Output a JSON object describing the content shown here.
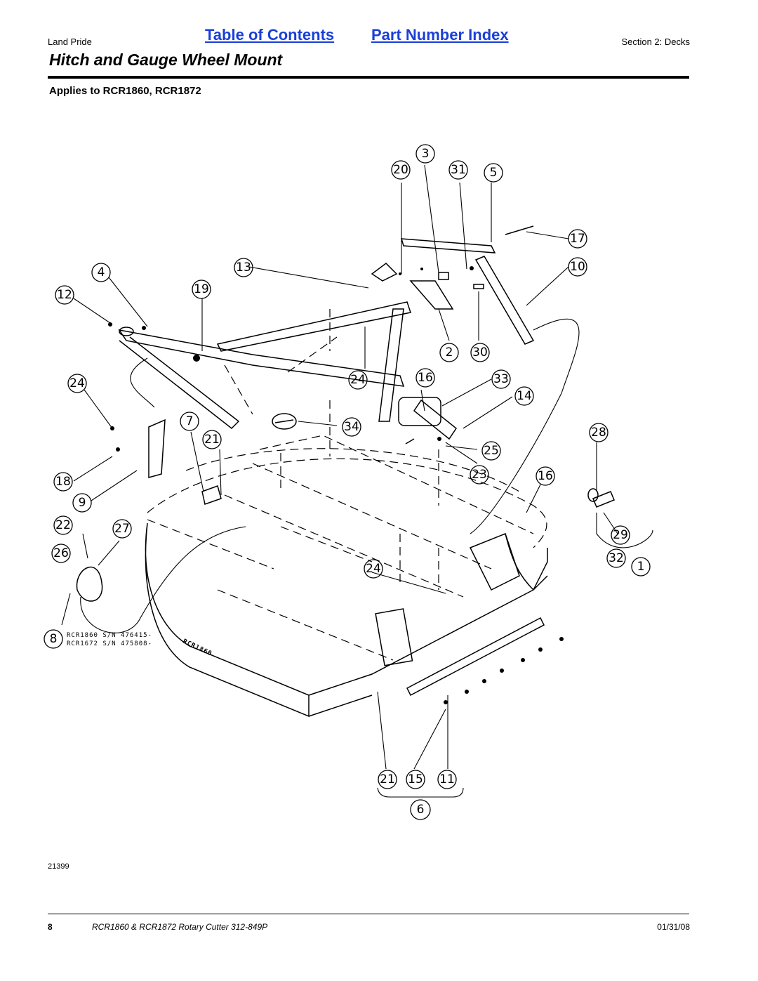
{
  "header": {
    "brand": "Land Pride",
    "toc_link": "Table of Contents",
    "index_link": "Part Number Index",
    "section": "Section 2: Decks"
  },
  "title": "Hitch and Gauge Wheel Mount",
  "applies_to": "Applies to RCR1860, RCR1872",
  "diagram": {
    "callouts": [
      "3",
      "20",
      "31",
      "5",
      "17",
      "13",
      "10",
      "4",
      "19",
      "12",
      "2",
      "30",
      "24",
      "16",
      "33",
      "14",
      "24",
      "7",
      "21",
      "34",
      "28",
      "25",
      "23",
      "16",
      "18",
      "9",
      "22",
      "27",
      "29",
      "26",
      "32",
      "1",
      "24",
      "8",
      "21",
      "15",
      "11",
      "6"
    ],
    "serial_line_1": "RCR1860 S/N 476415-",
    "serial_line_2": "RCR1672 S/N 475808-",
    "deck_label": "RCR1860",
    "figure_id": "21399"
  },
  "footer": {
    "page": "8",
    "doc_title": "RCR1860 & RCR1872 Rotary Cutter 312-849P",
    "date": "01/31/08"
  },
  "colors": {
    "link": "#1a3fd8",
    "text": "#000000"
  }
}
